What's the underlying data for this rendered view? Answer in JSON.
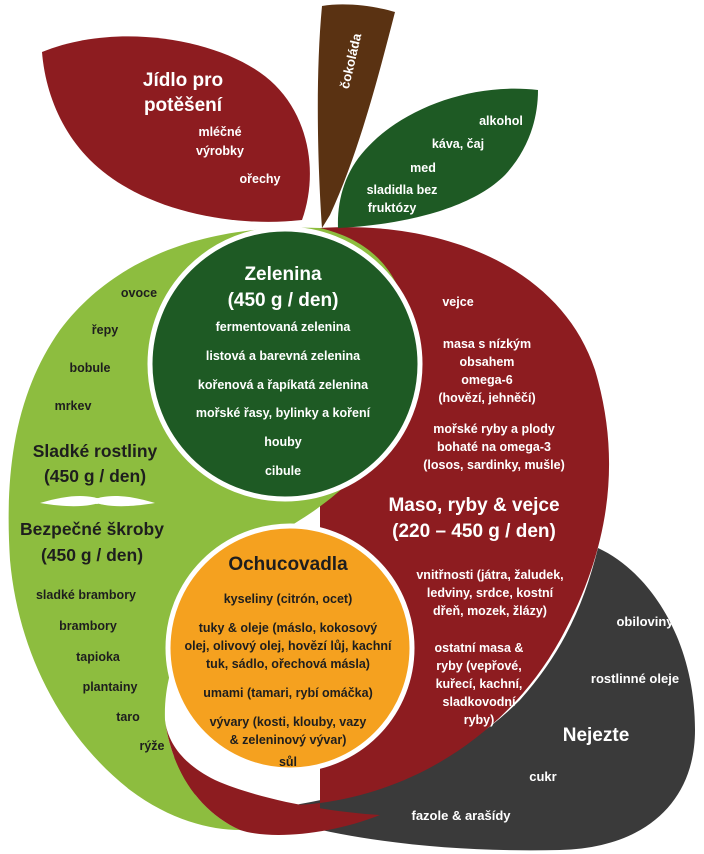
{
  "leaf_treats": {
    "title_line1": "Jídlo pro",
    "title_line2": "potěšení",
    "items": [
      "mléčné",
      "výrobky",
      "ořechy"
    ]
  },
  "stem": {
    "label": "čokoláda"
  },
  "leaf_drinks": {
    "items": [
      "alkohol",
      "káva, čaj",
      "med",
      "sladidla bez",
      "fruktózy"
    ]
  },
  "vegetables": {
    "title": "Zelenina",
    "amount": "(450 g / den)",
    "items": [
      "fermentovaná zelenina",
      "listová a barevná zelenina",
      "kořenová a řapíkatá zelenina",
      "mořské řasy, bylinky a koření",
      "houby",
      "cibule"
    ]
  },
  "sweet_plants": {
    "items": [
      "ovoce",
      "řepy",
      "bobule",
      "mrkev"
    ],
    "title": "Sladké rostliny",
    "amount": "(450 g / den)"
  },
  "safe_starches": {
    "title": "Bezpečné škroby",
    "amount": "(450 g / den)",
    "items": [
      "sladké brambory",
      "brambory",
      "tapioka",
      "plantainy",
      "taro",
      "rýže"
    ]
  },
  "meat": {
    "items_top": [
      "vejce",
      "masa s nízkým",
      "obsahem",
      "omega-6",
      "(hovězí, jehněčí)",
      "mořské ryby a plody",
      "bohaté na omega-3",
      "(losos, sardinky, mušle)"
    ],
    "title": "Maso, ryby & vejce",
    "amount": "(220 – 450 g / den)",
    "items_bottom": [
      "vnitřnosti (játra, žaludek,",
      "ledviny, srdce, kostní",
      "dřeň, mozek, žlázy)",
      "ostatní masa &",
      "ryby (vepřové,",
      "kuřecí, kachní,",
      "sladkovodní",
      "ryby)"
    ]
  },
  "seasonings": {
    "title": "Ochucovadla",
    "items": [
      "kyseliny (citrón, ocet)",
      "tuky & oleje (máslo, kokosový",
      "olej, olivový olej, hovězí lůj, kachní",
      "tuk, sádlo, ořechová másla)",
      "umami (tamari, rybí omáčka)",
      "vývary (kosti, klouby, vazy",
      "& zeleninový vývar)",
      "sůl"
    ]
  },
  "avoid": {
    "items": [
      "obiloviny",
      "rostlinné oleje"
    ],
    "title": "Nejezte",
    "items_bottom": [
      "cukr",
      "fazole & arašídy"
    ]
  },
  "colors": {
    "red": "#8d1c20",
    "light_green": "#8dbd3f",
    "dark_green": "#1e5a24",
    "brown": "#5a3212",
    "orange": "#f5a11f",
    "dark_gray": "#3a3a3a"
  }
}
